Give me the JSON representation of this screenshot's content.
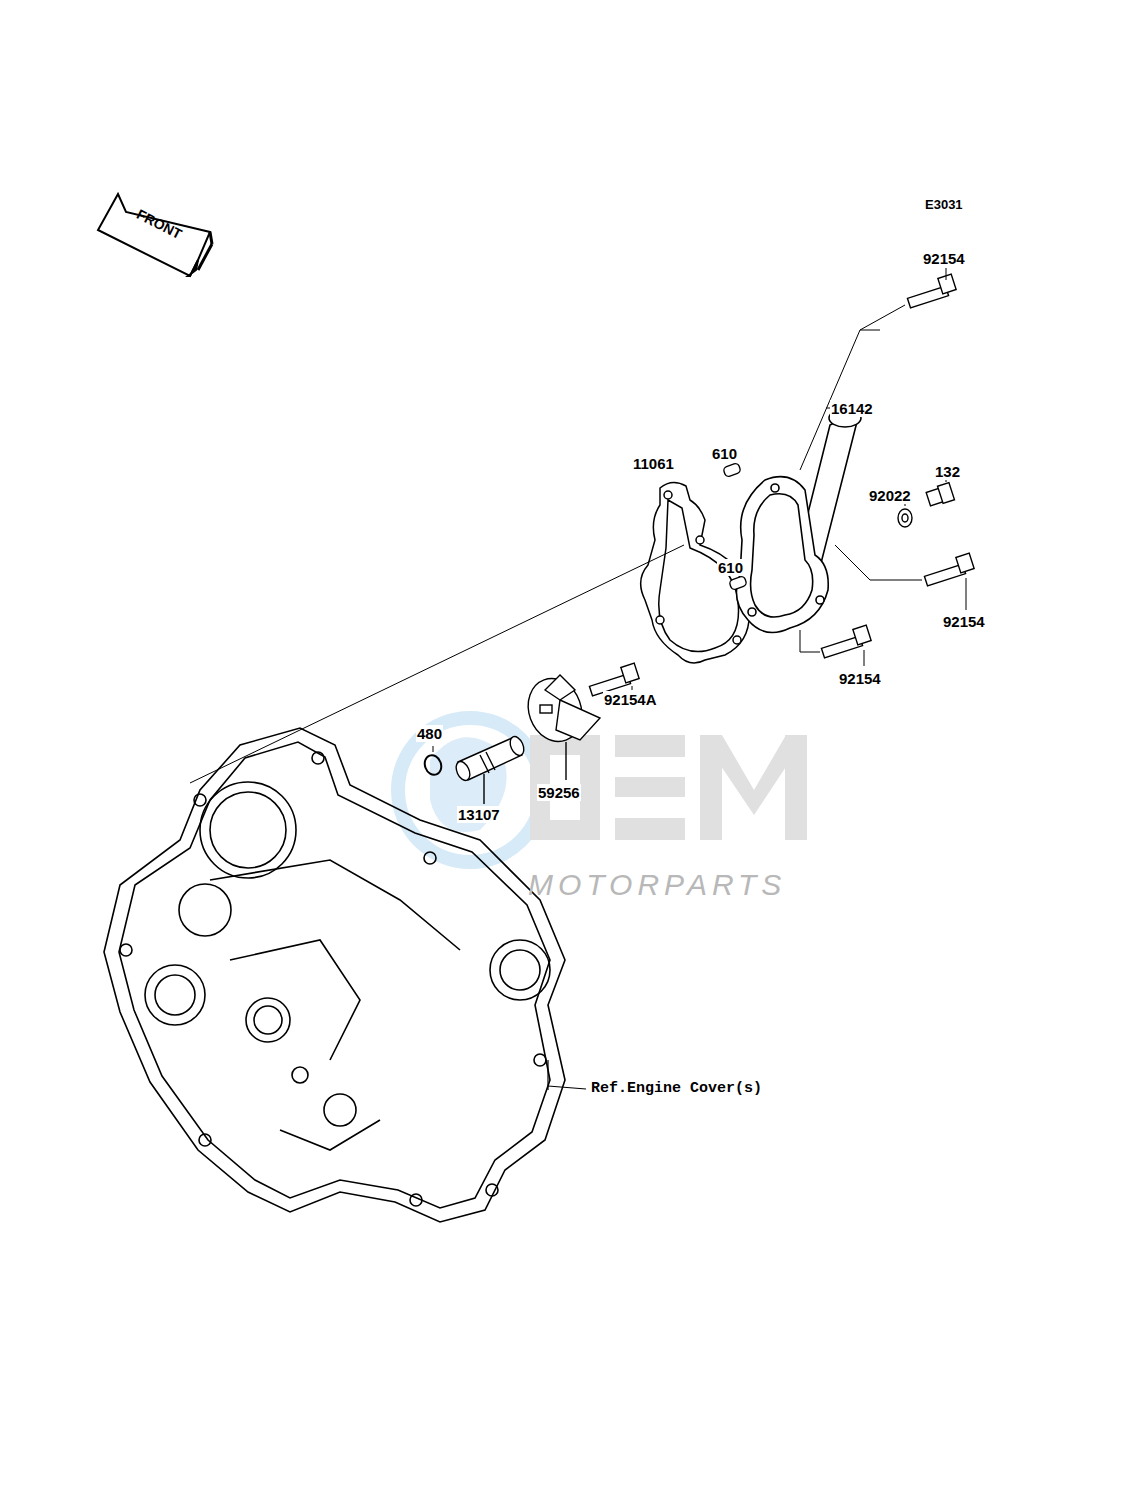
{
  "diagram": {
    "labels": [
      "E3031",
      "FRONT",
      "92154",
      "16142",
      "610",
      "11061",
      "92022",
      "132",
      "610",
      "92154",
      "92154",
      "92154A",
      "480",
      "59256",
      "13107",
      "MOTORPARTS",
      "Ref.Engine Cover(s)"
    ]
  }
}
